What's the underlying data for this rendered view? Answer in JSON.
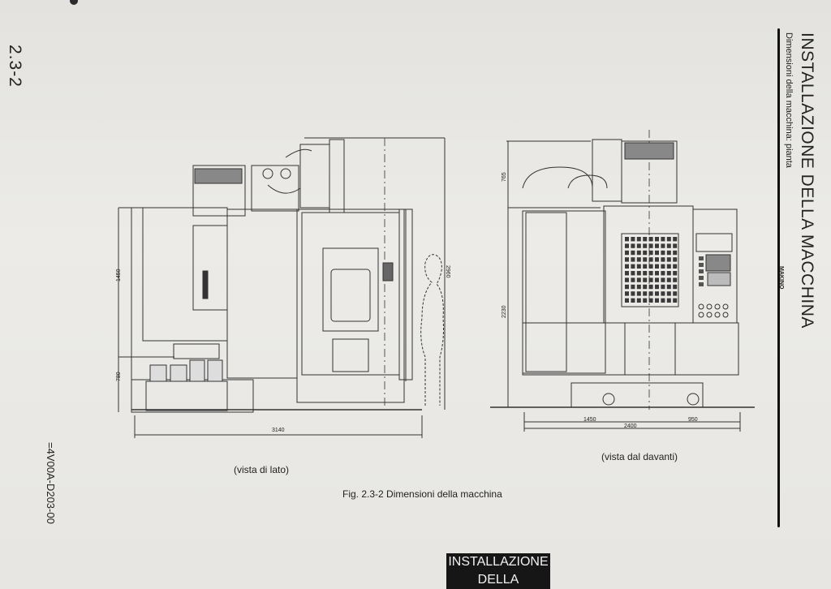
{
  "page": {
    "number": "2.3-2",
    "doc_code": "=4V00A-D203-00"
  },
  "header": {
    "title": "INSTALLAZIONE DELLA MACCHINA",
    "subtitle": "Dimensioni della macchina: pianta",
    "brand": "MAKINO"
  },
  "side_view": {
    "caption": "(vista di lato)",
    "dims": {
      "upper_height": "1450",
      "lower_height": "780",
      "length": "3140",
      "total_height": "2960"
    }
  },
  "front_view": {
    "caption": "(vista dal davanti)",
    "dims": {
      "top_height": "765",
      "body_height": "2230",
      "left_width": "1450",
      "right_width": "950",
      "total_width": "2400"
    }
  },
  "figure": {
    "caption": "Fig. 2.3-2  Dimensioni della macchina"
  },
  "footer": {
    "tab_line1": "INSTALLAZIONE",
    "tab_line2": "DELLA"
  }
}
